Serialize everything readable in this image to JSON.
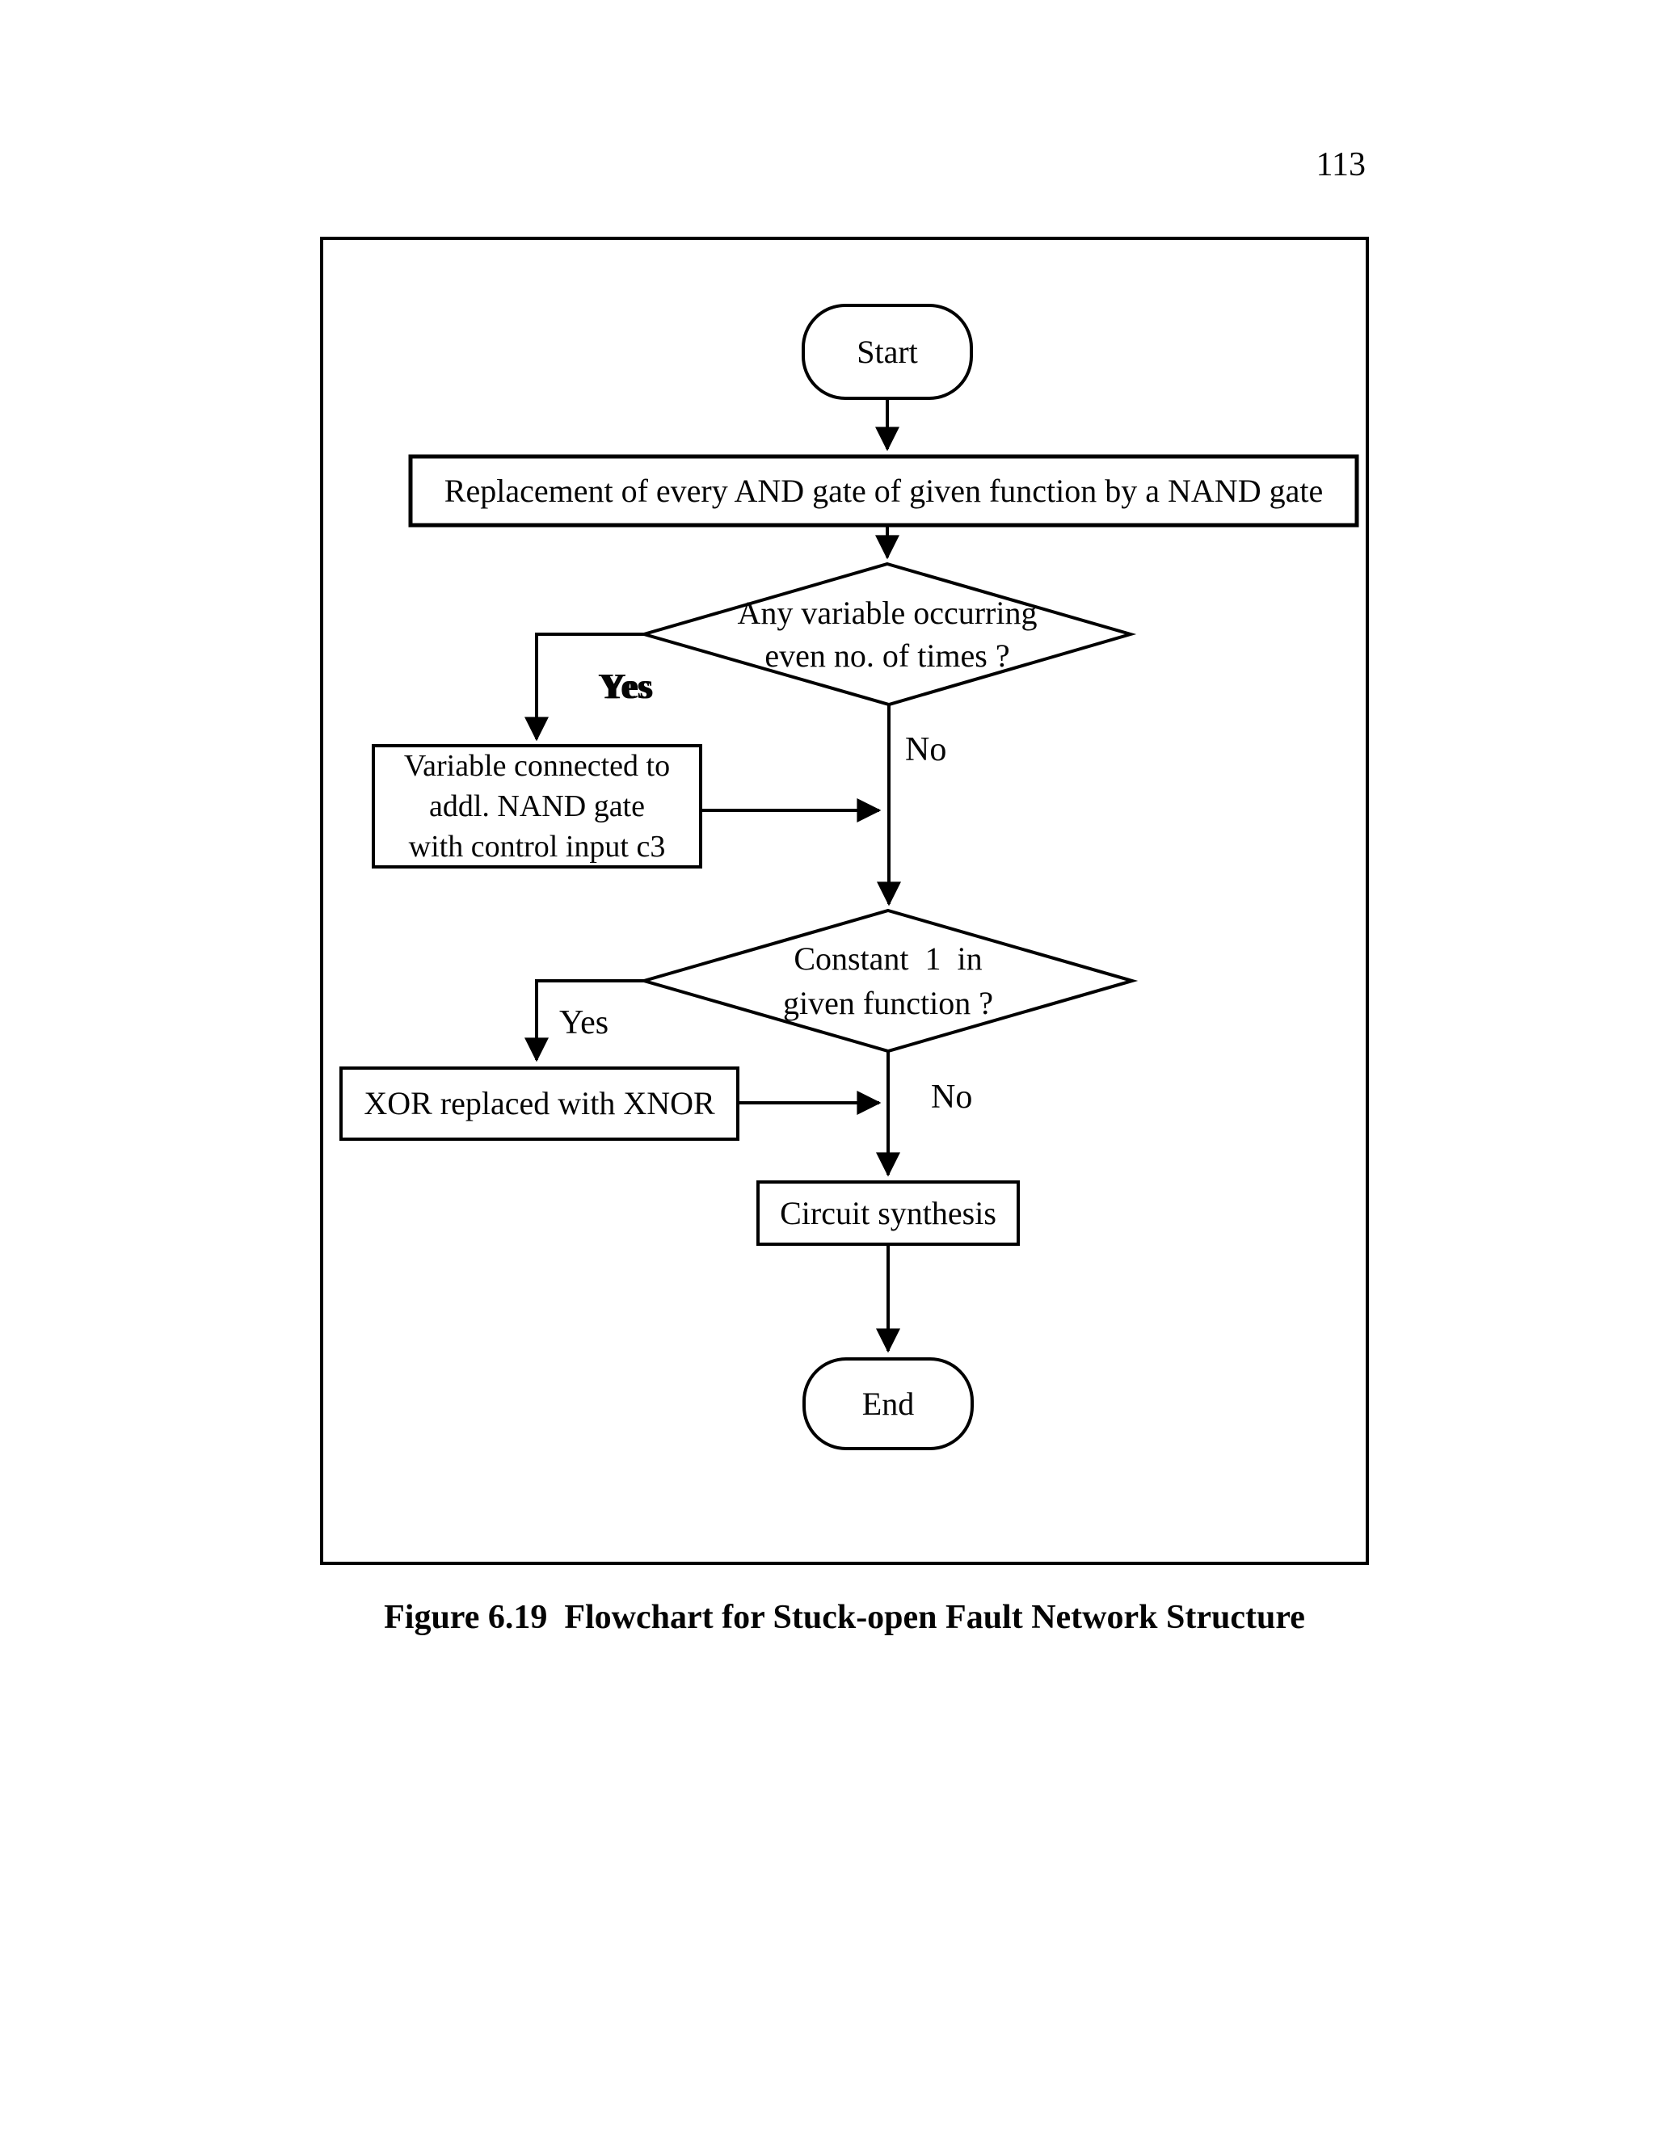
{
  "page": {
    "number": "113"
  },
  "figure": {
    "caption": "Figure 6.19  Flowchart for Stuck-open Fault Network Structure"
  },
  "flowchart": {
    "start": "Start",
    "step_replace": "Replacement of every AND gate of given function by a NAND gate",
    "decision_variable": "Any variable occurring\neven no. of times ?",
    "branch_yes_1": "Yes",
    "branch_no_1": "No",
    "step_variable_connected": "Variable connected to\naddl. NAND gate\nwith control input c3",
    "decision_constant": "Constant  1  in\ngiven function ?",
    "branch_yes_2": "Yes",
    "branch_no_2": "No",
    "step_xor": "XOR replaced with XNOR",
    "step_circuit": "Circuit synthesis",
    "end": "End"
  },
  "colors": {
    "ink": "#000000",
    "paper": "#ffffff"
  }
}
